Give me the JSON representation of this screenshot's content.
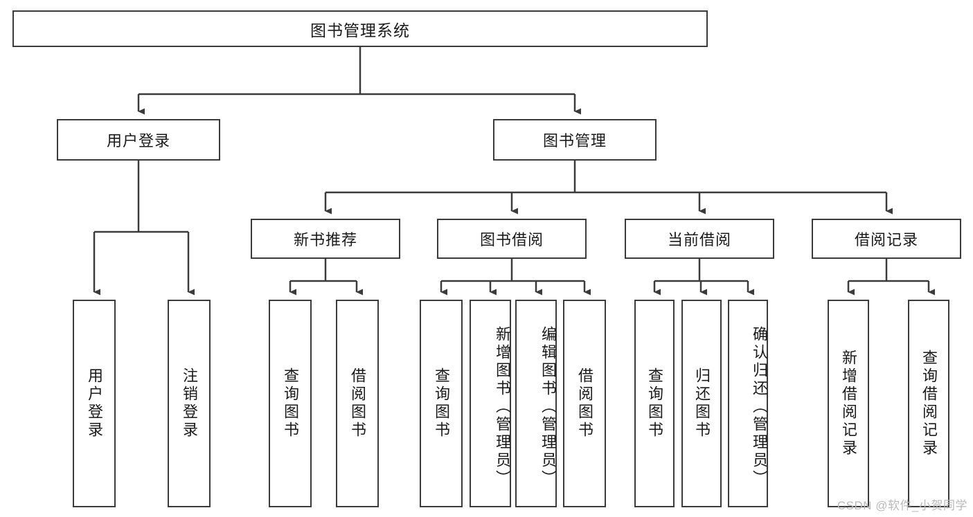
{
  "diagram": {
    "type": "tree-hierarchy",
    "title_node": "图书管理系统",
    "watermark": "CSDN @软件_小贺同学",
    "colors": {
      "stroke": "#3b3b3b",
      "text": "#1a1a1a",
      "background": "#ffffff",
      "watermark": "#b9b9b9"
    },
    "nodes": {
      "root": {
        "label": "图书管理系统",
        "level": 0
      },
      "l1": [
        {
          "id": "user-login",
          "label": "用户登录"
        },
        {
          "id": "book-manage",
          "label": "图书管理"
        }
      ],
      "l2": [
        {
          "id": "new-book-recommend",
          "label": "新书推荐"
        },
        {
          "id": "book-borrow",
          "label": "图书借阅"
        },
        {
          "id": "current-borrow",
          "label": "当前借阅"
        },
        {
          "id": "borrow-record",
          "label": "借阅记录"
        }
      ],
      "leaves": {
        "user-login": [
          {
            "id": "leaf-user-login",
            "label": "用户登录"
          },
          {
            "id": "leaf-logout",
            "label": "注销登录"
          }
        ],
        "new-book-recommend": [
          {
            "id": "leaf-query-book-1",
            "label": "查询图书"
          },
          {
            "id": "leaf-borrow-book-1",
            "label": "借阅图书"
          }
        ],
        "book-borrow": [
          {
            "id": "leaf-query-book-2",
            "label": "查询图书"
          },
          {
            "id": "leaf-add-book",
            "label": "新增图书（管理员）"
          },
          {
            "id": "leaf-edit-book",
            "label": "编辑图书（管理员）"
          },
          {
            "id": "leaf-borrow-book-2",
            "label": "借阅图书"
          }
        ],
        "current-borrow": [
          {
            "id": "leaf-query-book-3",
            "label": "查询图书"
          },
          {
            "id": "leaf-return-book",
            "label": "归还图书"
          },
          {
            "id": "leaf-confirm-return",
            "label": "确认归还（管理员）"
          }
        ],
        "borrow-record": [
          {
            "id": "leaf-add-record",
            "label": "新增借阅记录"
          },
          {
            "id": "leaf-query-record",
            "label": "查询借阅记录"
          }
        ]
      }
    }
  }
}
